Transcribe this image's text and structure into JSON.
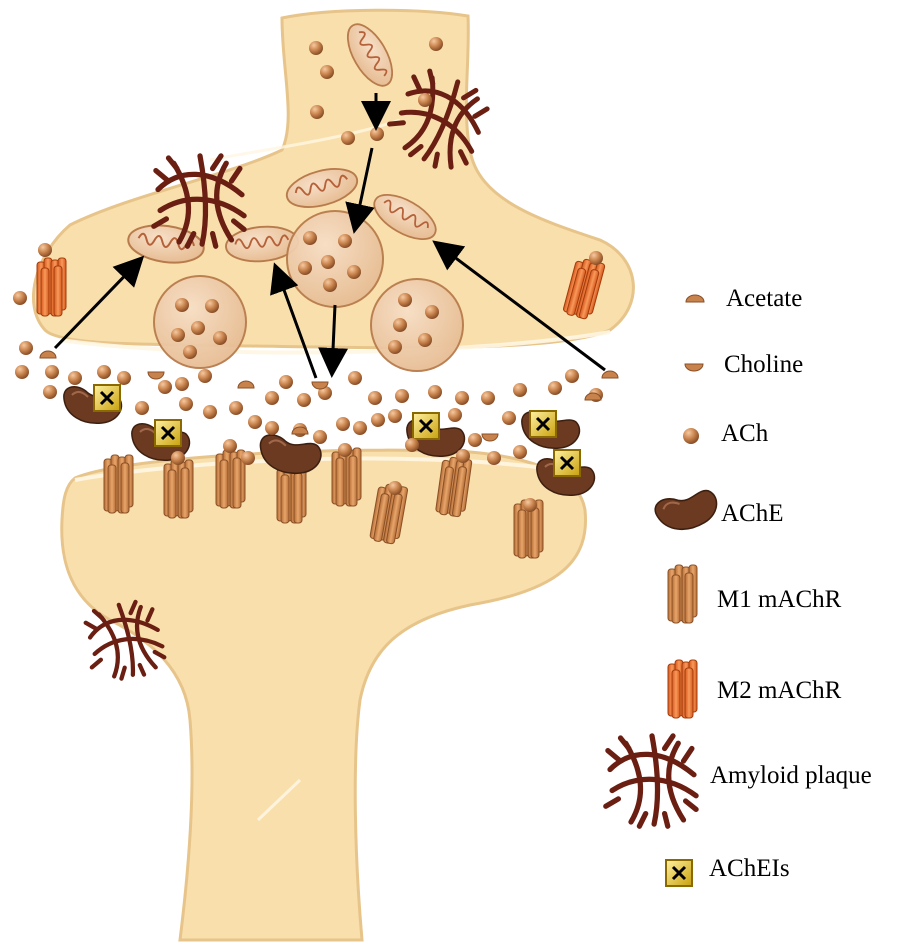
{
  "legend": {
    "acetate": "Acetate",
    "choline": "Choline",
    "ach": "ACh",
    "ache": "AChE",
    "m1": "M1 mAChR",
    "m2": "M2 mAChR",
    "plaque": "Amyloid plaque",
    "acheis": "AChEIs"
  },
  "colors": {
    "cell_fill": "#f9dfac",
    "cell_edge": "#e7c48a",
    "ach": "#c8834d",
    "ache": "#6b3a21",
    "m1_receptor": "#d99158",
    "m2_receptor": "#ef7a3c",
    "plaque": "#6a1f12",
    "acheis": "#e8c230",
    "arrow": "#000000"
  },
  "icons": {
    "acetate": "half-circle-cap",
    "choline": "half-circle-cup",
    "ach": "sphere",
    "ache": "bean-shape",
    "m1": "receptor-bundle",
    "m2": "receptor-bundle",
    "plaque": "tangle",
    "acheis": "x-box"
  }
}
